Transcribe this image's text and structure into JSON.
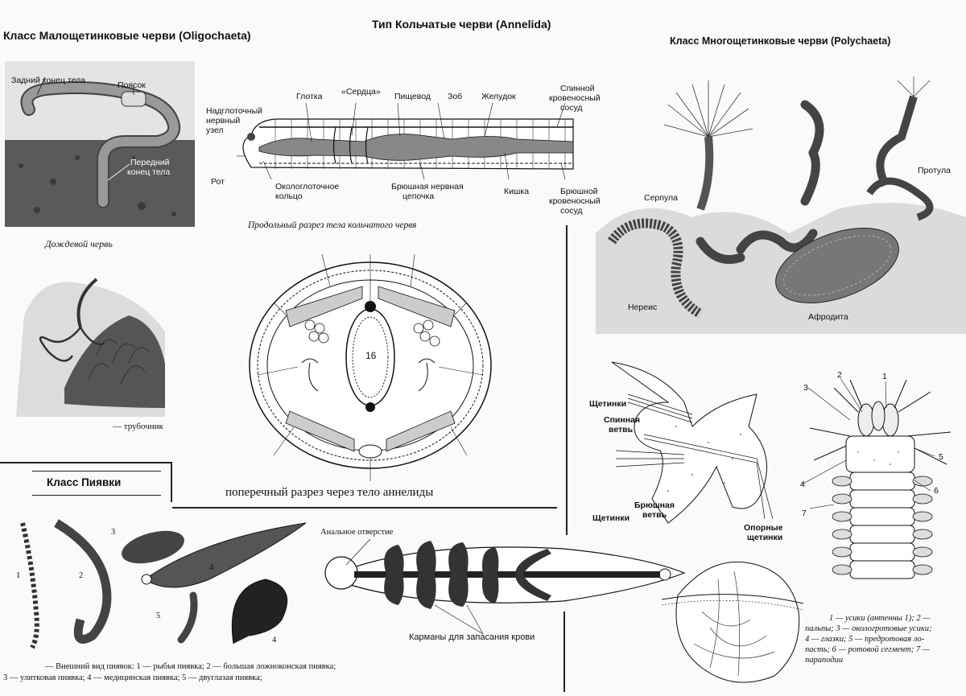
{
  "headers": {
    "phylum": "Тип Кольчатые черви (Annelida)",
    "oligochaeta": "Класс Малощетинковые черви (Oligochaeta)",
    "polychaeta": "Класс Многощетинковые черви (Polychaeta)",
    "leeches": "Класс Пиявки"
  },
  "earthworm": {
    "tail_end": "Задний конец тела",
    "girdle": "Поясок",
    "front_end_1": "Передний",
    "front_end_2": "конец тела",
    "caption": "Дождевой червь"
  },
  "tubifex": {
    "caption": "— трубочник"
  },
  "longitudinal": {
    "pharynx": "Глотка",
    "hearts": "«Сердца»",
    "esophagus": "Пищевод",
    "crop": "Зоб",
    "stomach": "Желудок",
    "dorsal_vessel_1": "Спинной",
    "dorsal_vessel_2": "кровеносный",
    "dorsal_vessel_3": "сосуд",
    "ganglion_1": "Надглоточный",
    "ganglion_2": "нервный",
    "ganglion_3": "узел",
    "mouth": "Рот",
    "ring_1": "Окологлоточное",
    "ring_2": "кольцо",
    "chain_1": "Брюшная нервная",
    "chain_2": "цепочка",
    "gut": "Кишка",
    "ventral_vessel_1": "Брюшной",
    "ventral_vessel_2": "кровеносный",
    "ventral_vessel_3": "сосуд",
    "caption": "Продольный разрез тела кольчатого червя"
  },
  "cross_section": {
    "center_number": "16",
    "caption": "поперечный разрез через тело аннелиды"
  },
  "polychaetes": {
    "serpula": "Серпула",
    "protula": "Протула",
    "nereis": "Нереис",
    "aphrodite": "Афродита"
  },
  "parapodium": {
    "setae_top": "Щетинки",
    "dorsal_branch_1": "Спинная",
    "dorsal_branch_2": "ветвь",
    "ventral_branch_1": "Брюшная",
    "ventral_branch_2": "ветвь",
    "setae_bottom": "Щетинки",
    "support_1": "Опорные",
    "support_2": "щетинки"
  },
  "nereis_head": {
    "n1": "1",
    "n2": "2",
    "n3": "3",
    "n4": "4",
    "n5": "5",
    "n6": "6",
    "n7": "7",
    "legend_1": "1 — усики (антенны 1); 2 —",
    "legend_2": "пальпы; 3 — окологротовые усики;",
    "legend_3": "4 — глазки; 5 — предротовая ло-",
    "legend_4": "пасть; 6 — ротовой сегмент; 7 —",
    "legend_5": "параподии"
  },
  "leeches": {
    "n1": "1",
    "n2": "2",
    "n3": "3",
    "n4a": "4",
    "n4b": "4",
    "n5": "5",
    "caption_1": "— Внешний вид пиявок: 1 — рыбья пиявка; 2 — большая ложноконская пиявка;",
    "caption_2": "3 — улитковая пиявка; 4 — медицинская пиявка; 5 — двуглазая пиявка;"
  },
  "leech_gut": {
    "anus": "Анальное отверстие",
    "pockets": "Карманы для запасания крови"
  }
}
